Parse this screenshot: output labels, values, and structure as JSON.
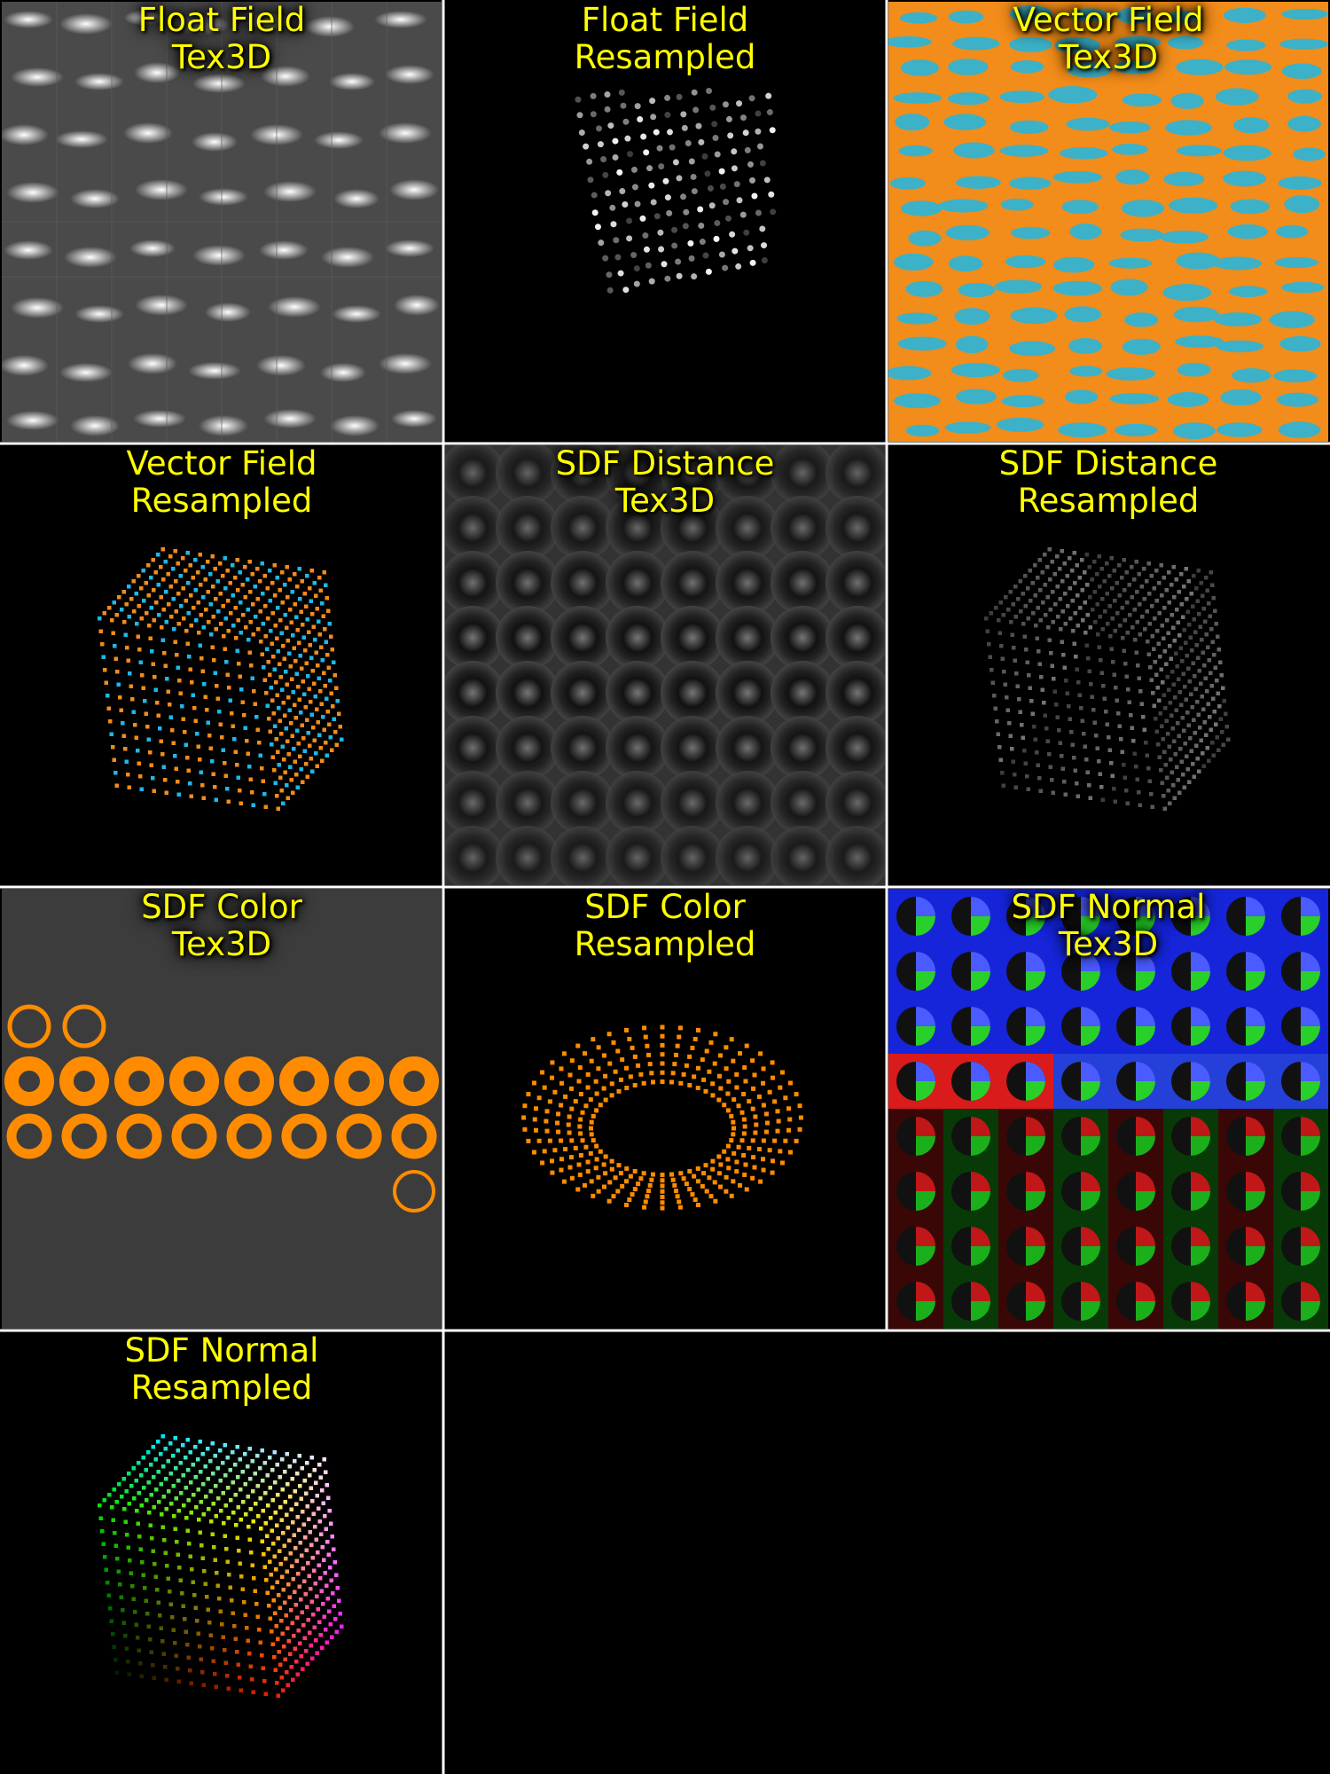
{
  "panels": [
    {
      "line1": "Float Field",
      "line2": "Tex3D"
    },
    {
      "line1": "Float Field",
      "line2": "Resampled"
    },
    {
      "line1": "Vector Field",
      "line2": "Tex3D"
    },
    {
      "line1": "Vector Field",
      "line2": "Resampled"
    },
    {
      "line1": "SDF Distance",
      "line2": "Tex3D"
    },
    {
      "line1": "SDF Distance",
      "line2": "Resampled"
    },
    {
      "line1": "SDF Color",
      "line2": "Tex3D"
    },
    {
      "line1": "SDF Color",
      "line2": "Resampled"
    },
    {
      "line1": "SDF Normal",
      "line2": "Tex3D"
    },
    {
      "line1": "SDF Normal",
      "line2": "Resampled"
    }
  ],
  "colors": {
    "caption": "#ffff00",
    "orange": "#ff8c00",
    "cyan": "#1eb8e6",
    "background": "#000000",
    "divider": "#ffffff"
  }
}
